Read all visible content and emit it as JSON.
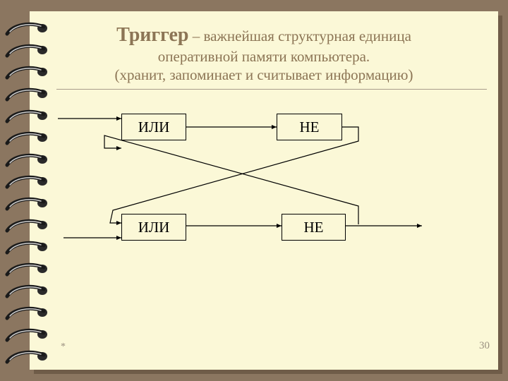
{
  "title": {
    "bold": "Триггер",
    "rest": " – важнейшая структурная единица",
    "line2": "оперативной памяти компьютера.",
    "line3": "(хранит, запоминает и считывает информацию)"
  },
  "diagram": {
    "gates": {
      "or_top": "ИЛИ",
      "not_top": "НЕ",
      "or_bottom": "ИЛИ",
      "not_bottom": "НЕ"
    }
  },
  "footer": {
    "marker": "*",
    "page_number": "30"
  },
  "colors": {
    "background": "#8b7660",
    "page": "#fbf8d7",
    "title": "#8c7555"
  }
}
